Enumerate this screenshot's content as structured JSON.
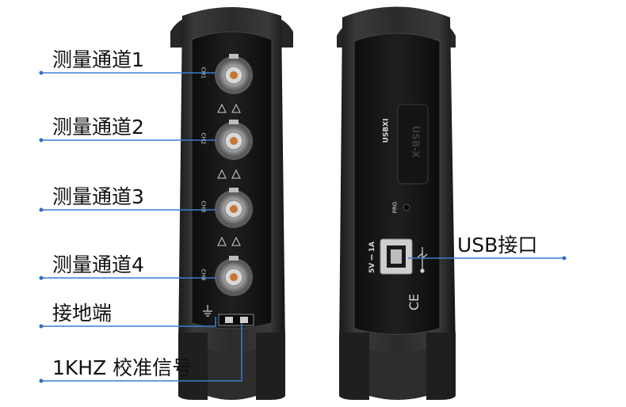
{
  "callouts": {
    "ch1": "测量通道1",
    "ch2": "测量通道2",
    "ch3": "测量通道3",
    "ch4": "测量通道4",
    "ground": "接地端",
    "calibration": "1KHZ 校准信号",
    "usb": "USB接口"
  },
  "device_front": {
    "channel_labels": [
      "CH1",
      "CH2",
      "CH3",
      "CH4"
    ]
  },
  "device_back": {
    "usbxi_label": "USBXI",
    "usbx_label": "USB-X",
    "prg_label": "PRG",
    "power_label": "5V ⎓ 1A",
    "ce_mark": "CE"
  },
  "colors": {
    "device_body": "#2a2a2a",
    "device_face": "#1a1a1a",
    "callout_line": "#3a7fd0"
  }
}
